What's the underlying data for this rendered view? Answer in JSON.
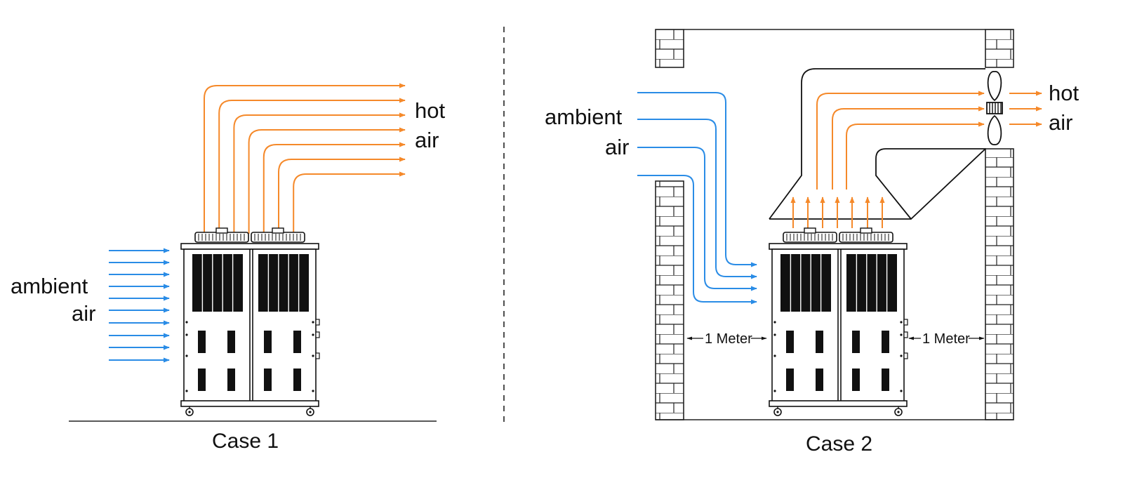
{
  "case1": {
    "label": "Case 1",
    "ambient_label_line1": "ambient",
    "ambient_label_line2": "air",
    "hot_label_line1": "hot",
    "hot_label_line2": "air"
  },
  "case2": {
    "label": "Case 2",
    "ambient_label_line1": "ambient",
    "ambient_label_line2": "air",
    "hot_label_line1": "hot",
    "hot_label_line2": "air",
    "meter_left": "1 Meter",
    "meter_right": "1 Meter"
  },
  "colors": {
    "hot_air": "#F5892A",
    "ambient_air": "#2A8CE6",
    "line": "#111111"
  }
}
